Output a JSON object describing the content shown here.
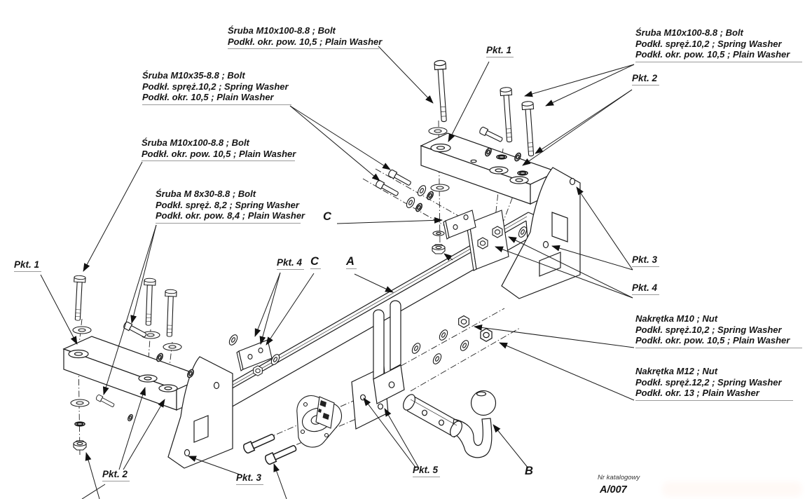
{
  "diagram": {
    "kind": "tow-bar exploded assembly drawing",
    "callouts": {
      "bolt_top_center": {
        "l1": "Śruba M10x100-8.8 ;  Bolt",
        "l2": "Podkł. okr. pow. 10,5 ; Plain Washer"
      },
      "bolt_top_right": {
        "l1": "Śruba M10x100-8.8 ;  Bolt",
        "l2": "Podkł. spręż.10,2 ; Spring Washer",
        "l3": "Podkł. okr. pow. 10,5 ; Plain Washer"
      },
      "bolt_m10x35": {
        "l1": "Śruba M10x35-8.8 ;  Bolt",
        "l2": "Podkł. spręż.10,2 ; Spring Washer",
        "l3": "Podkł. okr. 10,5 ; Plain Washer"
      },
      "bolt_m10x100_left": {
        "l1": "Śruba M10x100-8.8 ;  Bolt",
        "l2": "Podkł. okr. pow. 10,5 ; Plain Washer"
      },
      "bolt_m8x30": {
        "l1": "Śruba M 8x30-8.8 ;  Bolt",
        "l2": "Podkł. spręż. 8,2 ; Spring Washer",
        "l3": "Podkł. okr. pow. 8,4 ; Plain Washer"
      },
      "nut_m10": {
        "l1": "Nakrętka  M10 ; Nut",
        "l2": "Podkł. spręż.10,2 ; Spring Washer",
        "l3": "Podkł. okr. pow. 10,5 ; Plain Washer"
      },
      "nut_m12": {
        "l1": "Nakrętka  M12 ; Nut",
        "l2": "Podkł. spręż.12,2 ; Spring Washer",
        "l3": "Podkł. okr. 13 ; Plain Washer"
      }
    },
    "point_labels": {
      "pkt1_top": "Pkt. 1",
      "pkt2_right": "Pkt. 2",
      "pkt3_right": "Pkt. 3",
      "pkt4_right": "Pkt. 4",
      "pkt1_left": "Pkt. 1",
      "pkt4_center": "Pkt. 4",
      "pkt2_bottom": "Pkt. 2",
      "pkt3_bottom": "Pkt. 3",
      "pkt5_bottom": "Pkt. 5",
      "part_a": "A",
      "part_b": "B",
      "part_c_center": "C",
      "part_c_mid": "C"
    },
    "footer": {
      "catalog_caption": "Nr katalogowy",
      "catalog_number": "A/007"
    },
    "colors": {
      "line": "#1a1a1a",
      "underline": "#9a9a9a",
      "watermark": "#ffb08a"
    }
  }
}
